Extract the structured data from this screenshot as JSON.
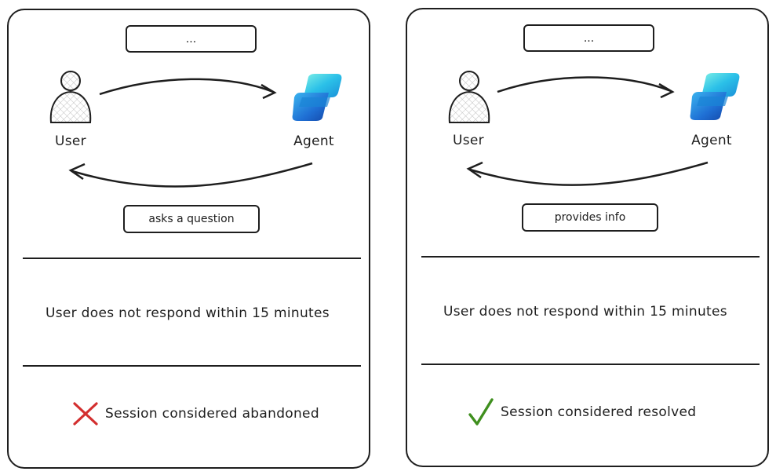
{
  "left": {
    "top_pill": "...",
    "user_label": "User",
    "agent_label": "Agent",
    "message_pill": "asks a question",
    "condition": "User does not respond within 15 minutes",
    "outcome_text": "Session considered abandoned",
    "outcome_icon": "cross-icon",
    "outcome_color": "#d32f2f"
  },
  "right": {
    "top_pill": "...",
    "user_label": "User",
    "agent_label": "Agent",
    "message_pill": "provides info",
    "condition": "User does not respond within 15 minutes",
    "outcome_text": "Session considered resolved",
    "outcome_icon": "checkmark-icon",
    "outcome_color": "#3f8f1e"
  }
}
